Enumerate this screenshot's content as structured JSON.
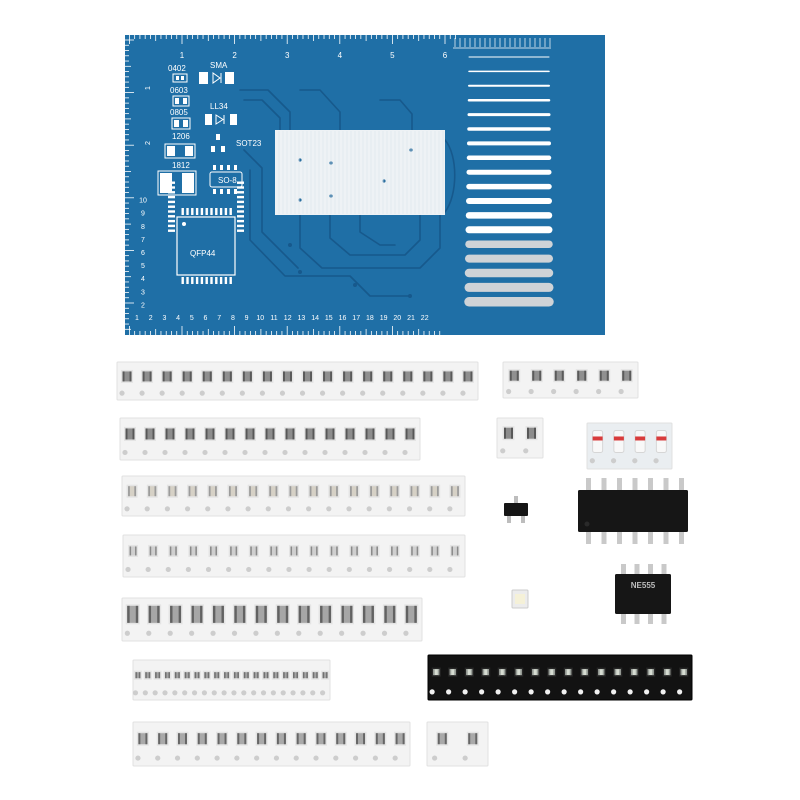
{
  "pcb": {
    "top_ruler": [
      "1",
      "2",
      "3",
      "4",
      "5",
      "6"
    ],
    "left_ruler_cm": [
      "1",
      "2"
    ],
    "left_ruler_mm": [
      "10",
      "9",
      "8",
      "7",
      "6",
      "5",
      "4",
      "3",
      "2"
    ],
    "bottom_ruler": [
      "1",
      "2",
      "3",
      "4",
      "5",
      "6",
      "7",
      "8",
      "9",
      "10",
      "11",
      "12",
      "13",
      "14",
      "15",
      "16",
      "17",
      "18",
      "19",
      "20",
      "21",
      "22"
    ],
    "footprints": {
      "f0402": "0402",
      "f0603": "0603",
      "f0805": "0805",
      "f1206": "1206",
      "f1812": "1812",
      "sma": "SMA",
      "ll34": "LL34",
      "sot23": "SOT23",
      "so8": "SO-8",
      "qfp44": "QFP44"
    }
  },
  "chips": {
    "so8_marking": "NE555"
  },
  "colors": {
    "background": "#ffffff",
    "pcb": "#1f6fa6",
    "silkscreen": "#ffffff",
    "trace": "#17598c",
    "paper_tape": "#f3f3f3",
    "black_tape": "#121212",
    "clear_tape": "#eaeef1",
    "diode_band": "#d83b3b",
    "ic_body": "#161616",
    "ic_pin": "#c9c9c9"
  }
}
